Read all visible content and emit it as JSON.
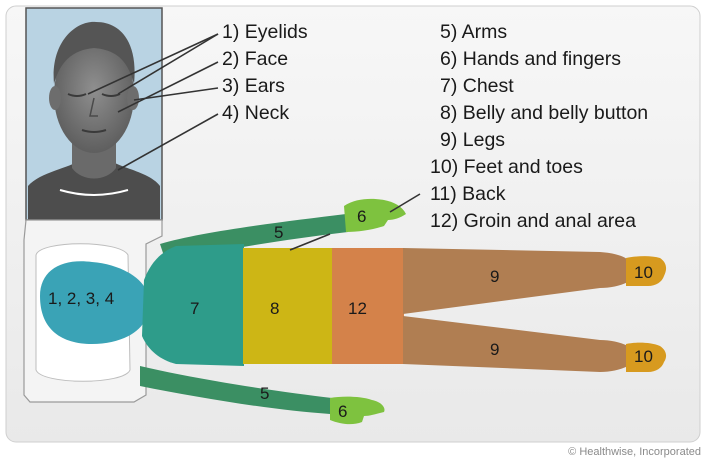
{
  "legend": {
    "left": [
      "1) Eyelids",
      "2) Face",
      "3) Ears",
      "4) Neck"
    ],
    "right": [
      "5) Arms",
      "6) Hands and fingers",
      "7) Chest",
      "8) Belly and belly button",
      "9) Legs",
      "10) Feet and toes",
      "11) Back",
      "12) Groin and anal area"
    ]
  },
  "regions": {
    "head": "1, 2, 3, 4",
    "chest": "7",
    "belly": "8",
    "groin": "12",
    "arm_upper": "5",
    "arm_lower": "5",
    "hand_upper": "6",
    "hand_lower": "6",
    "leg_upper": "9",
    "leg_lower": "9",
    "foot_upper": "10",
    "foot_lower": "10"
  },
  "credit": "© Healthwise, Incorporated",
  "colors": {
    "head": "#3aa3b6",
    "chest": "#2e9c8a",
    "arm": "#3b8f63",
    "hand": "#7ec23f",
    "belly": "#cdb615",
    "groin": "#d4824a",
    "leg": "#b07e52",
    "foot": "#d79a1f",
    "background": "#f2f2f2"
  }
}
